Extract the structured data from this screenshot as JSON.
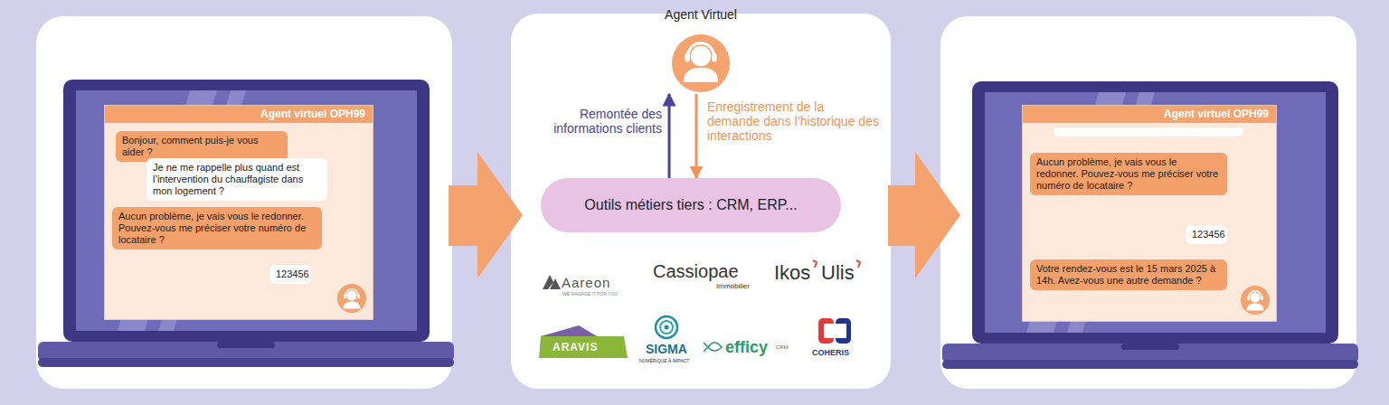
{
  "diagram": {
    "nodes": [
      {
        "text": [
          "Agent virtuel OPH99"
        ]
      },
      {
        "text": [
          "Bonjour, comment puis-je vous aider ?"
        ],
        "in": 0
      },
      {
        "text": [
          "Je ne me rappelle plus quand est l’intervention du chauffagiste dans mon logement ?"
        ],
        "in": 0
      },
      {
        "text": [
          "Aucun problème, je vais vous le redonner. Pouvez-vous me préciser votre numéro de locataire ?"
        ],
        "in": 0
      },
      {
        "text": [
          "123456"
        ],
        "in": 0
      },
      {
        "text": [
          "Agent Virtuel"
        ]
      },
      {
        "text": [
          "Outils métiers tiers : CRM, ERP..."
        ]
      },
      {
        "text": [
          "Agent virtuel OPH99"
        ]
      },
      {
        "text": [
          "Aucun problème, je vais vous le redonner. Pouvez-vous me préciser votre numéro de locataire ?"
        ],
        "in": 7
      },
      {
        "text": [
          "123456"
        ],
        "in": 7
      },
      {
        "text": [
          "Votre rendez-vous est le 15 mars 2025 à 14h. Avez-vous une autre demande ?"
        ],
        "in": 7
      }
    ],
    "edges": [
      {
        "from": 6,
        "to": 5,
        "arrow": "to",
        "label": "Remontée des informations clients"
      },
      {
        "from": 5,
        "to": 6,
        "arrow": "to",
        "label": "Enregistrement de la demande dans l’historique des interactions"
      }
    ],
    "labels": [
      "Aareon",
      "WE MANAGE IT FOR YOU",
      "Cassiopae",
      "Immobilier",
      "Ikos",
      "Ulis",
      "ARAVIS",
      "SIGMA",
      "NUMÉRIQUE À IMPACT",
      "efficy",
      "CRM",
      "COHERIS"
    ]
  }
}
